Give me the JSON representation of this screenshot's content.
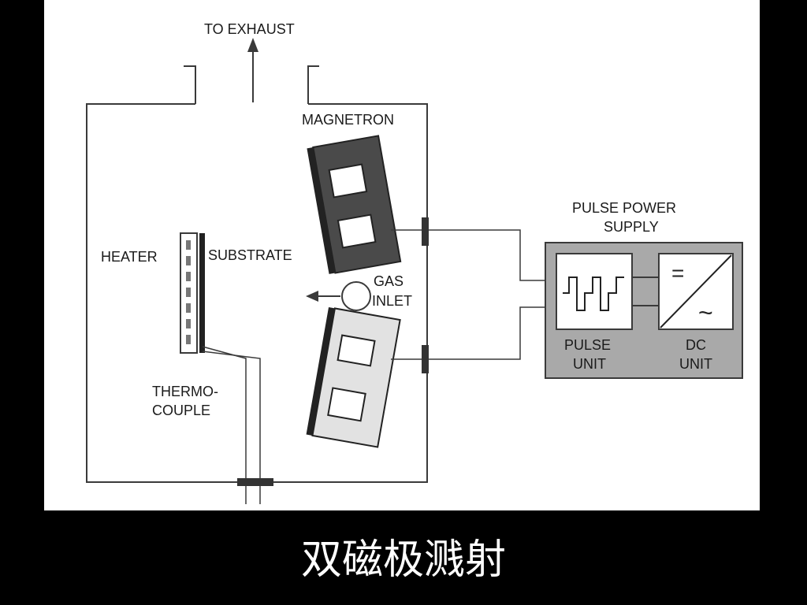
{
  "diagram": {
    "labels": {
      "to_exhaust": "TO EXHAUST",
      "magnetron": "MAGNETRON",
      "pulse_power_supply_line1": "PULSE POWER",
      "pulse_power_supply_line2": "SUPPLY",
      "heater": "HEATER",
      "substrate": "SUBSTRATE",
      "gas": "GAS",
      "inlet": "INLET",
      "thermo_line1": "THERMO-",
      "thermo_line2": "COUPLE",
      "pulse_unit_line1": "PULSE",
      "pulse_unit_line2": "UNIT",
      "dc_unit_line1": "DC",
      "dc_unit_line2": "UNIT"
    },
    "symbols": {
      "dc": "=",
      "ac": "~"
    }
  },
  "caption": "双磁极溅射",
  "colors": {
    "background": "#000000",
    "diagram_bg": "#ffffff",
    "supply_fill": "#a9a9a9",
    "line": "#3a3a3a"
  }
}
